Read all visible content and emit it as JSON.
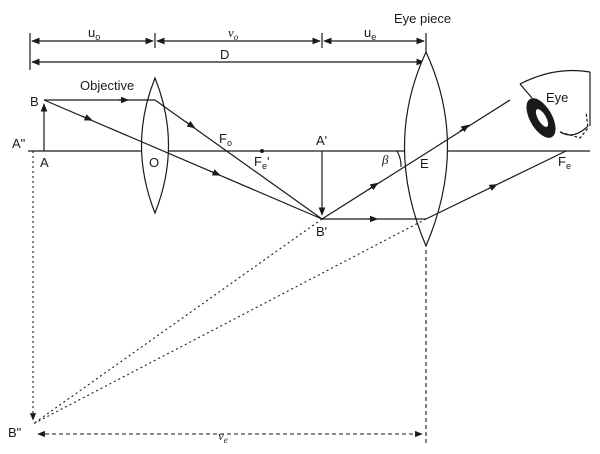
{
  "labels": {
    "eye_piece": "Eye piece",
    "objective": "Objective",
    "eye": "Eye",
    "u_o": {
      "main": "u",
      "sub": "o"
    },
    "v_o": {
      "main": "v",
      "sub": "o"
    },
    "u_e": {
      "main": "u",
      "sub": "e"
    },
    "v_e": {
      "main": "v",
      "sub": "e"
    },
    "D": "D",
    "B": "B",
    "A": "A",
    "A_double": "A\"",
    "B_double": "B\"",
    "O": "O",
    "F_o": {
      "main": "F",
      "sub": "o"
    },
    "F_e_prime": {
      "main": "F",
      "sub": "e",
      "suffix": "'"
    },
    "A_prime": "A'",
    "B_prime": "B'",
    "beta": "β",
    "E": "E",
    "F_e": {
      "main": "F",
      "sub": "e"
    }
  }
}
